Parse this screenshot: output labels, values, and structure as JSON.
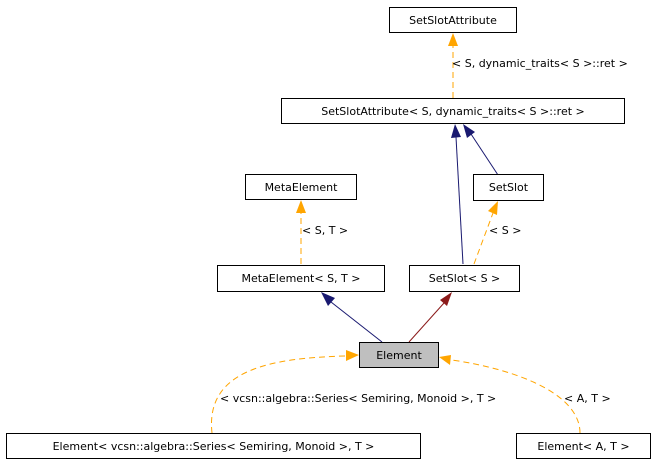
{
  "nodes": {
    "setslotattribute": "SetSlotAttribute",
    "setslotattribute_inst": "SetSlotAttribute< S, dynamic_traits< S >::ret >",
    "metaelement": "MetaElement",
    "setslot": "SetSlot",
    "metaelement_inst": "MetaElement< S, T >",
    "setslot_inst": "SetSlot< S >",
    "element": "Element",
    "element_series": "Element< vcsn::algebra::Series< Semiring, Monoid >, T >",
    "element_at": "Element< A, T >"
  },
  "edge_labels": {
    "ssa_template": "< S, dynamic_traits< S >::ret >",
    "me_template": "< S, T >",
    "ss_template": "< S >",
    "series_template": "< vcsn::algebra::Series< Semiring, Monoid >, T >",
    "at_template": "< A, T >"
  },
  "colors": {
    "inheritance": "#191970",
    "protected": "#8b1a1a",
    "template": "#ffa500",
    "current_fill": "#bfbfbf"
  }
}
